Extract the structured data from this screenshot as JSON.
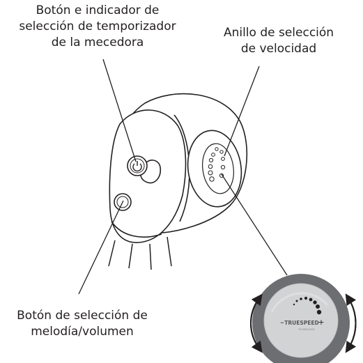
{
  "labels": {
    "timer_button": [
      "Botón e indicador de",
      "selección de temporizador",
      "de la mecedora"
    ],
    "speed_ring": [
      "Anillo de selección",
      "de velocidad"
    ],
    "melody_button": [
      "Botón de selección de",
      "melodía/volumen"
    ]
  },
  "dial": {
    "brand": "TRUESPEED",
    "sub_brand": "TECHNOLOGY",
    "minus": "–",
    "plus": "+"
  },
  "colors": {
    "line": "#231f20",
    "outer_ring": "#6d6e71",
    "inner_disc": "#d1d3d4",
    "highlight": "#e6e7e8"
  },
  "icons": [
    "power-icon",
    "rotate-left-arrow-icon",
    "rotate-right-arrow-icon"
  ]
}
